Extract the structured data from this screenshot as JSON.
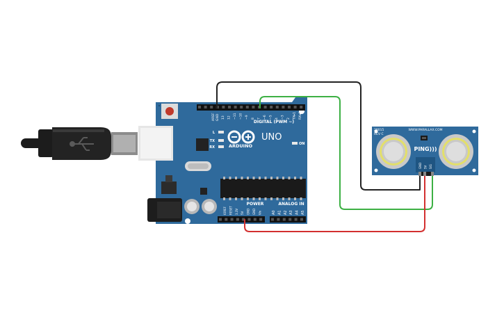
{
  "board": {
    "brand": "ARDUINO",
    "model": "UNO",
    "digital_header": "DIGITAL (PWM ~)",
    "power_header": "POWER",
    "analog_header": "ANALOG IN",
    "led_on": "ON",
    "led_l": "L",
    "led_tx": "TX",
    "led_rx": "RX",
    "aref": "AREF",
    "gnd_top": "GND",
    "digital_pins": [
      "13",
      "12",
      "~11",
      "~10",
      "~9",
      "8",
      "7",
      "~6",
      "~5",
      "4",
      "~3",
      "2",
      "TX▸1",
      "RX◂0"
    ],
    "power_pins": [
      "IOREF",
      "RESET",
      "3.3V",
      "5V",
      "GND",
      "GND",
      "Vin"
    ],
    "analog_pins": [
      "A0",
      "A1",
      "A2",
      "A3",
      "A4",
      "A5"
    ]
  },
  "sensor": {
    "model": "28015",
    "rev": "REV C",
    "url": "WWW.PARALLAX.COM",
    "name": "PING)))",
    "pin_labels": [
      "GND",
      "5V",
      "SIG"
    ]
  },
  "colors": {
    "board": "#2f6a9c",
    "wire_black": "#222222",
    "wire_green": "#3cb043",
    "wire_red": "#d32f2f"
  }
}
